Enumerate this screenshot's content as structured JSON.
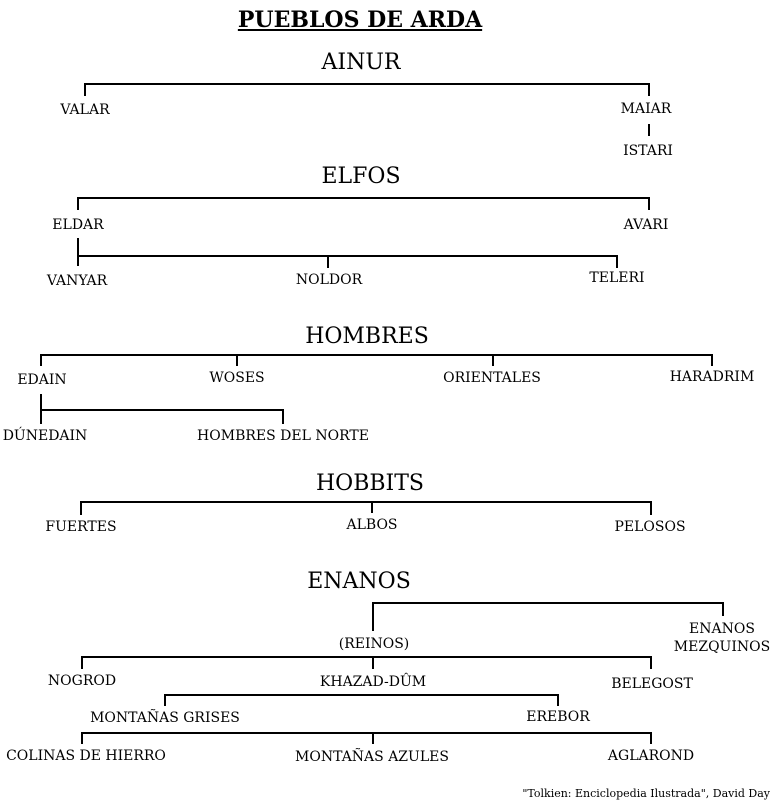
{
  "title": "PUEBLOS DE ARDA",
  "ainur": {
    "heading": "AINUR",
    "valar": "VALAR",
    "maiar": "MAIAR",
    "istari": "ISTARI"
  },
  "elfos": {
    "heading": "ELFOS",
    "eldar": "ELDAR",
    "avari": "AVARI",
    "vanyar": "VANYAR",
    "noldor": "NOLDOR",
    "teleri": "TELERI"
  },
  "hombres": {
    "heading": "HOMBRES",
    "edain": "EDAIN",
    "woses": "WOSES",
    "orientales": "ORIENTALES",
    "haradrim": "HARADRIM",
    "dunedain": "DÚNEDAIN",
    "hombres_del_norte": "HOMBRES DEL NORTE"
  },
  "hobbits": {
    "heading": "HOBBITS",
    "fuertes": "FUERTES",
    "albos": "ALBOS",
    "pelosos": "PELOSOS"
  },
  "enanos": {
    "heading": "ENANOS",
    "reinos": "(REINOS)",
    "enanos_mezquinos_1": "ENANOS",
    "enanos_mezquinos_2": "MEZQUINOS",
    "nogrod": "NOGROD",
    "khazad_dum": "KHAZAD-DÛM",
    "belegost": "BELEGOST",
    "montanas_grises": "MONTAÑAS GRISES",
    "erebor": "EREBOR",
    "colinas_de_hierro": "COLINAS DE HIERRO",
    "montanas_azules": "MONTAÑAS AZULES",
    "aglarond": "AGLAROND"
  },
  "credit": "\"Tolkien: Enciclopedia Ilustrada\", David Day"
}
